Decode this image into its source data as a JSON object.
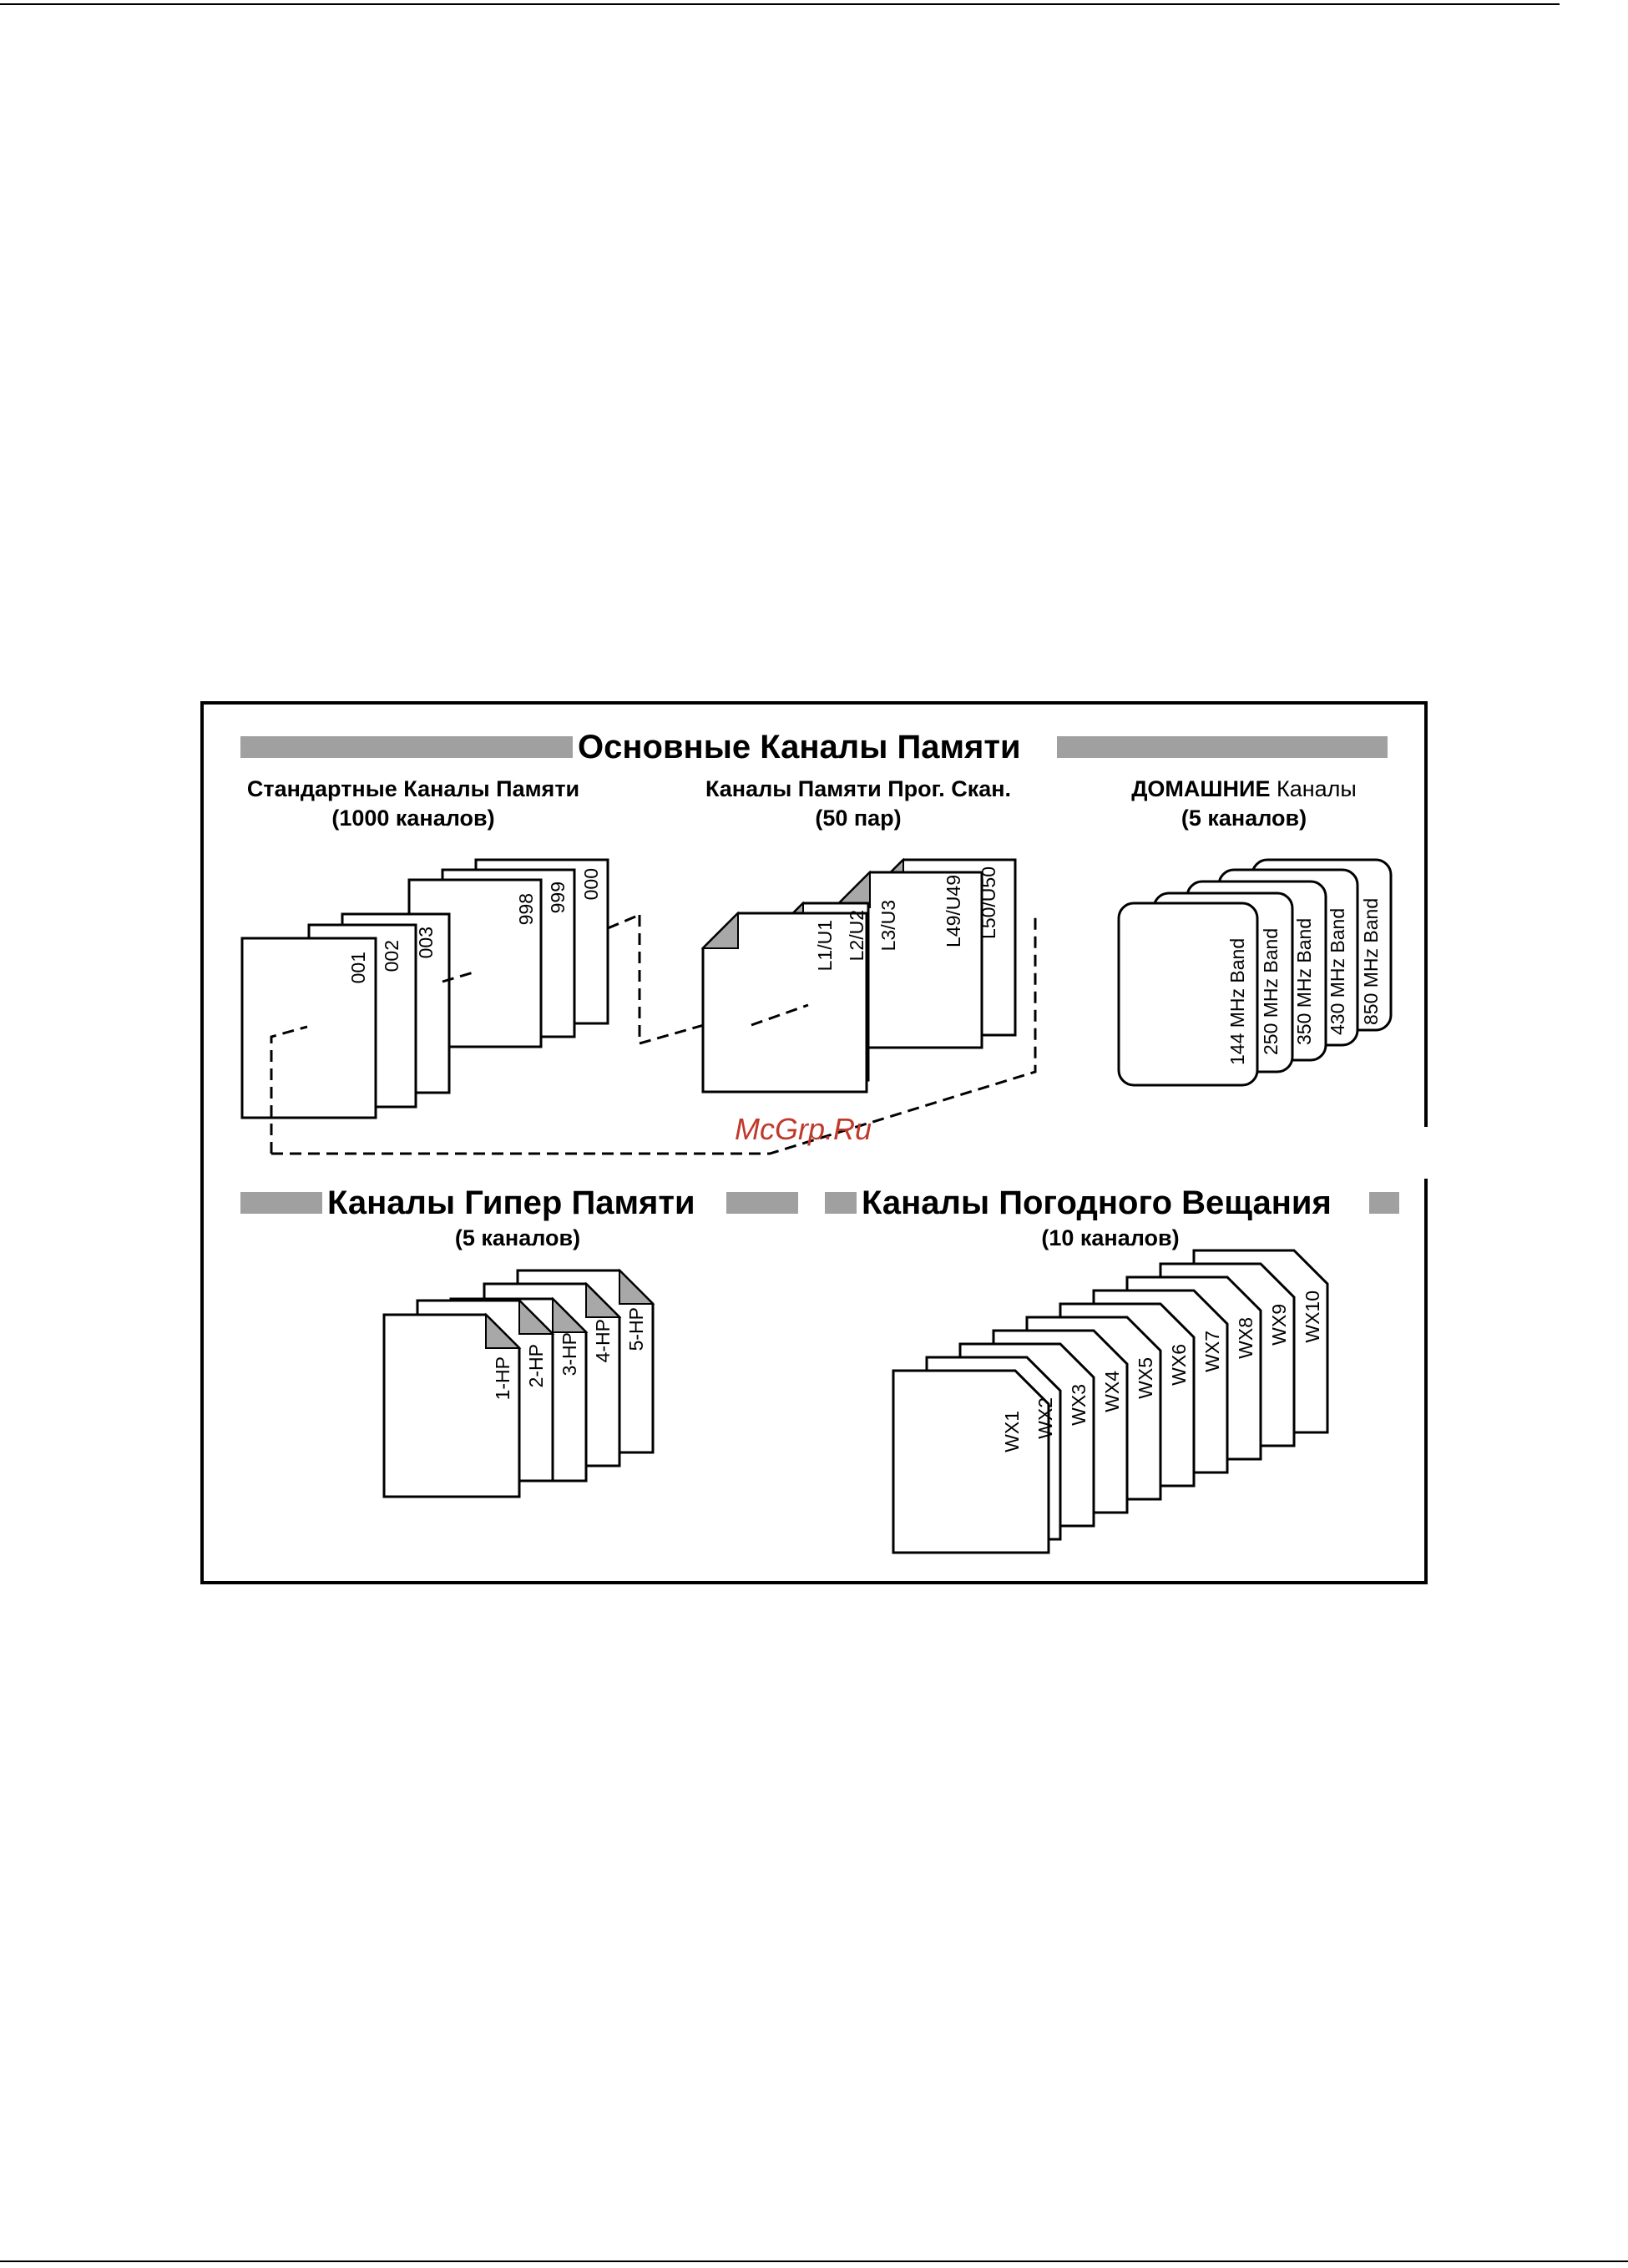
{
  "main_section": {
    "title": "Основные Каналы Памяти",
    "groups": {
      "standard": {
        "title_line1": "Стандартные Каналы Памяти",
        "title_line2": "(1000 каналов)",
        "labels": [
          "001",
          "002",
          "003",
          "998",
          "999",
          "000"
        ]
      },
      "prog_scan": {
        "title_line1": "Каналы Памяти Прог. Скан.",
        "title_line2": "(50 пар)",
        "labels": [
          "L1/U1",
          "L2/U2",
          "L3/U3",
          "L49/U49",
          "L50/U50"
        ]
      },
      "home": {
        "title_bold": "ДОМАШНИЕ",
        "title_rest": " Каналы",
        "title_line2": "(5 каналов)",
        "labels": [
          "144 MHz Band",
          "250 MHz Band",
          "350 MHz Band",
          "430 MHz Band",
          "850 MHz Band"
        ]
      }
    }
  },
  "hyper_section": {
    "title": "Каналы Гипер Памяти",
    "subtitle": "(5 каналов)",
    "labels": [
      "1-HP",
      "2-HP",
      "3-HP",
      "4-HP",
      "5-HP"
    ]
  },
  "weather_section": {
    "title": "Каналы Погодного Вещания",
    "subtitle": "(10 каналов)",
    "labels": [
      "WX1",
      "WX2",
      "WX3",
      "WX4",
      "WX5",
      "WX6",
      "WX7",
      "WX8",
      "WX9",
      "WX10"
    ]
  },
  "watermark": "McGrp.Ru",
  "colors": {
    "bar": "#a0a0a0",
    "fold": "#a8a8a8",
    "watermark": "#c0392b"
  }
}
